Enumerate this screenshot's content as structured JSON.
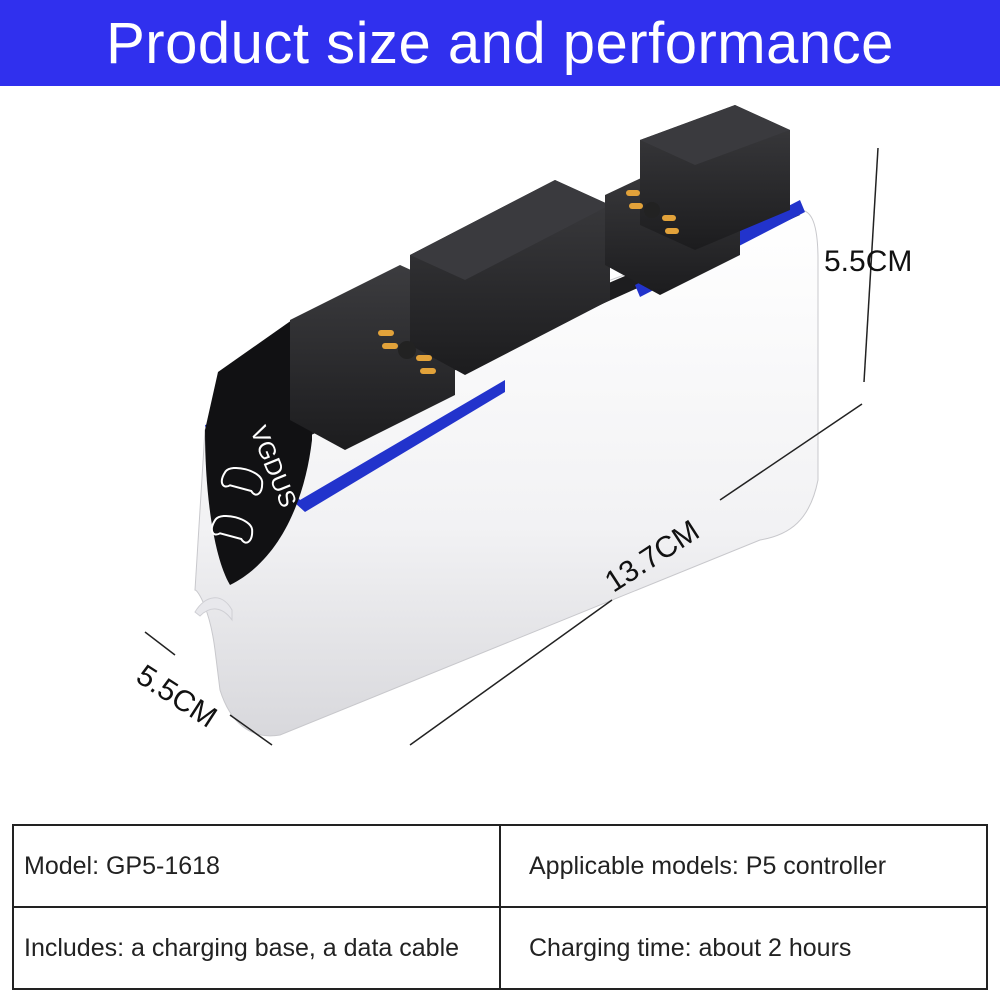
{
  "banner": {
    "title": "Product size and performance",
    "color": "#3030ee"
  },
  "product": {
    "brand_logo": "VGDUS",
    "icons": [
      "controller-icon",
      "controller-icon"
    ]
  },
  "dimensions": {
    "height": "5.5CM",
    "length": "13.7CM",
    "depth": "5.5CM"
  },
  "specs": {
    "rows": [
      {
        "left": "Model: GP5-1618",
        "right": "Applicable models: P5 controller"
      },
      {
        "left": "Includes: a charging base, a data cable",
        "right": "Charging time: about 2 hours"
      }
    ]
  }
}
